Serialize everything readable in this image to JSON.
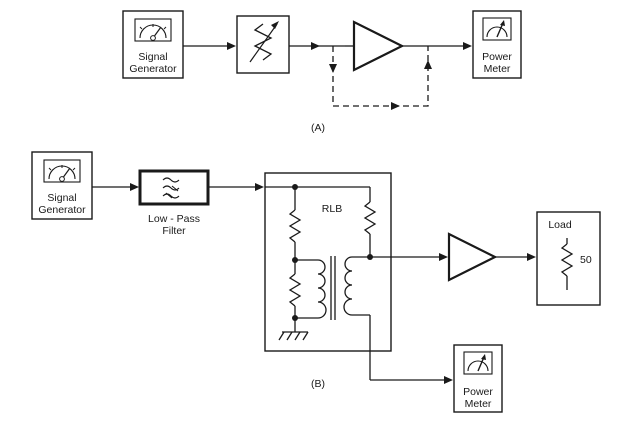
{
  "diagram_a": {
    "caption": "(A)",
    "signal_generator": {
      "line1": "Signal",
      "line2": "Generator"
    },
    "power_meter": {
      "line1": "Power",
      "line2": "Meter"
    }
  },
  "diagram_b": {
    "caption": "(B)",
    "signal_generator": {
      "line1": "Signal",
      "line2": "Generator"
    },
    "filter": {
      "line1": "Low - Pass",
      "line2": "Filter"
    },
    "bridge_label": "RLB",
    "load": {
      "title": "Load",
      "value": "50"
    },
    "power_meter": {
      "line1": "Power",
      "line2": "Meter"
    }
  }
}
